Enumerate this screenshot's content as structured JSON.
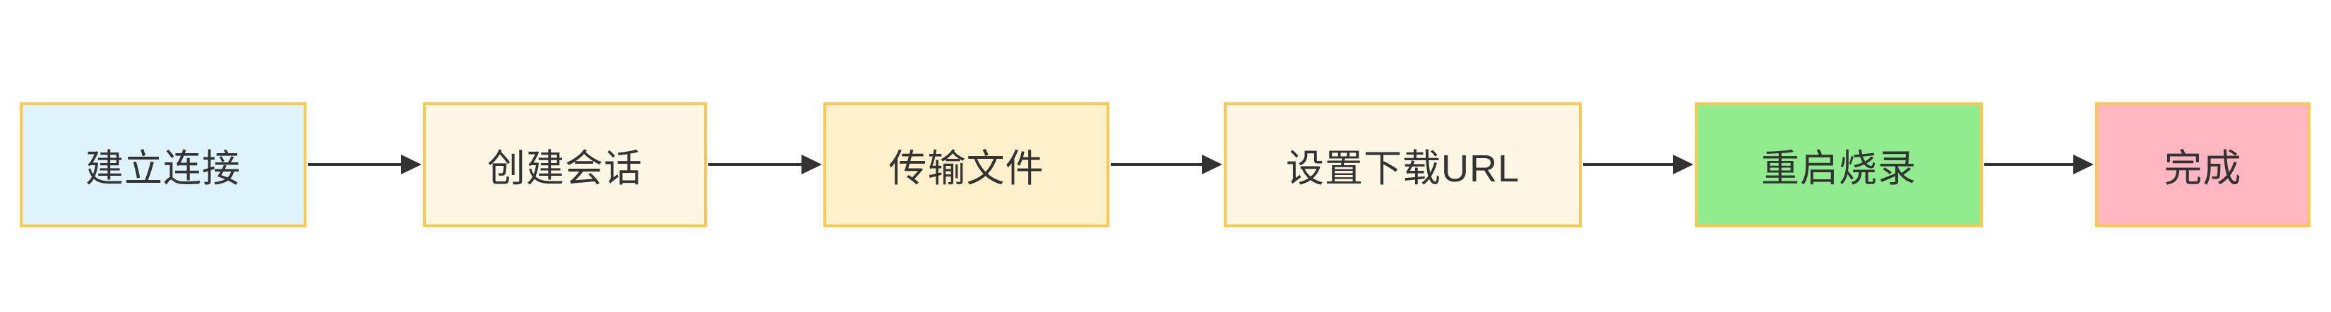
{
  "diagram": {
    "type": "flowchart",
    "direction": "left-to-right",
    "nodes": [
      {
        "id": "establish-connection",
        "label": "建立连接",
        "fill": "#DFF3FC",
        "border": "#FCC84D"
      },
      {
        "id": "create-session",
        "label": "创建会话",
        "fill": "#FCF6E4",
        "border": "#FCC84D"
      },
      {
        "id": "transfer-file",
        "label": "传输文件",
        "fill": "#FDF0CA",
        "border": "#FCC84D"
      },
      {
        "id": "set-download-url",
        "label": "设置下载URL",
        "fill": "#FCF6E4",
        "border": "#FCC84D"
      },
      {
        "id": "reboot-burn",
        "label": "重启烧录",
        "fill": "#90EC8F",
        "border": "#FCC84D"
      },
      {
        "id": "done",
        "label": "完成",
        "fill": "#FFB6C1",
        "border": "#FCC84D"
      }
    ],
    "edges": [
      {
        "from": "establish-connection",
        "to": "create-session"
      },
      {
        "from": "create-session",
        "to": "transfer-file"
      },
      {
        "from": "transfer-file",
        "to": "set-download-url"
      },
      {
        "from": "set-download-url",
        "to": "reboot-burn"
      },
      {
        "from": "reboot-burn",
        "to": "done"
      }
    ],
    "colors": {
      "arrow": "#333333",
      "text": "#333333",
      "background": "#ffffff"
    }
  }
}
